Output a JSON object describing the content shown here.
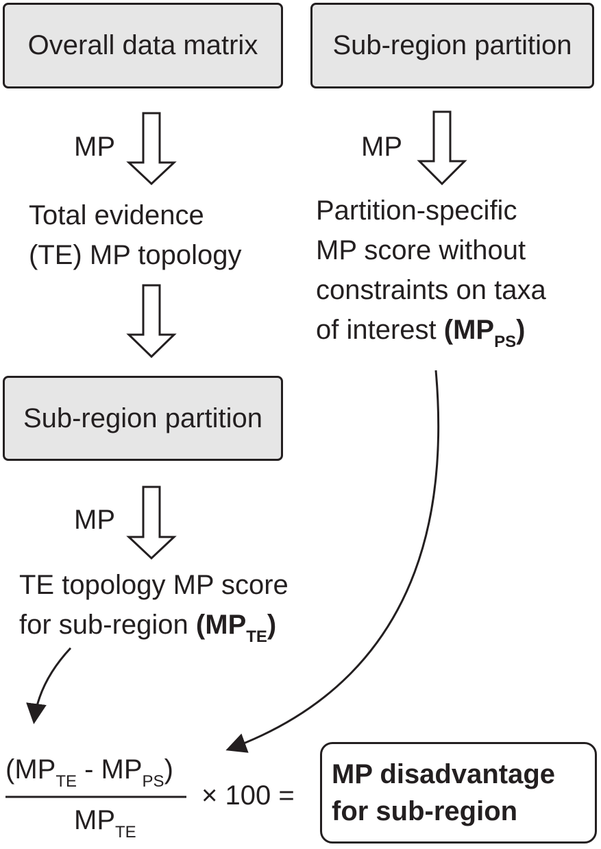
{
  "boxes": {
    "overall": "Overall data matrix",
    "subregion_top": "Sub-region partition",
    "subregion_mid": "Sub-region partition"
  },
  "arrow_labels": {
    "mp1": "MP",
    "mp2": "MP",
    "mp3": "MP"
  },
  "te_topology": {
    "line1": "Total evidence",
    "line2": "(TE) MP topology"
  },
  "partition_specific": {
    "line1": "Partition-specific",
    "line2": "MP score without",
    "line3": "constraints on taxa",
    "line4_prefix": "of interest ",
    "open_paren": "(",
    "mp": "MP",
    "sub": "PS",
    "close_paren": ")"
  },
  "te_score": {
    "line1": "TE topology MP score",
    "line2_prefix": "for sub-region ",
    "open_paren": "(",
    "mp": "MP",
    "sub": "TE",
    "close_paren": ")"
  },
  "formula": {
    "num_open": "(MP",
    "num_sub1": "TE",
    "num_mid": " - MP",
    "num_sub2": "PS",
    "num_close": ")",
    "den": "MP",
    "den_sub": "TE",
    "times": "× 100 ="
  },
  "result": {
    "line1": "MP disadvantage",
    "line2": "for sub-region"
  }
}
